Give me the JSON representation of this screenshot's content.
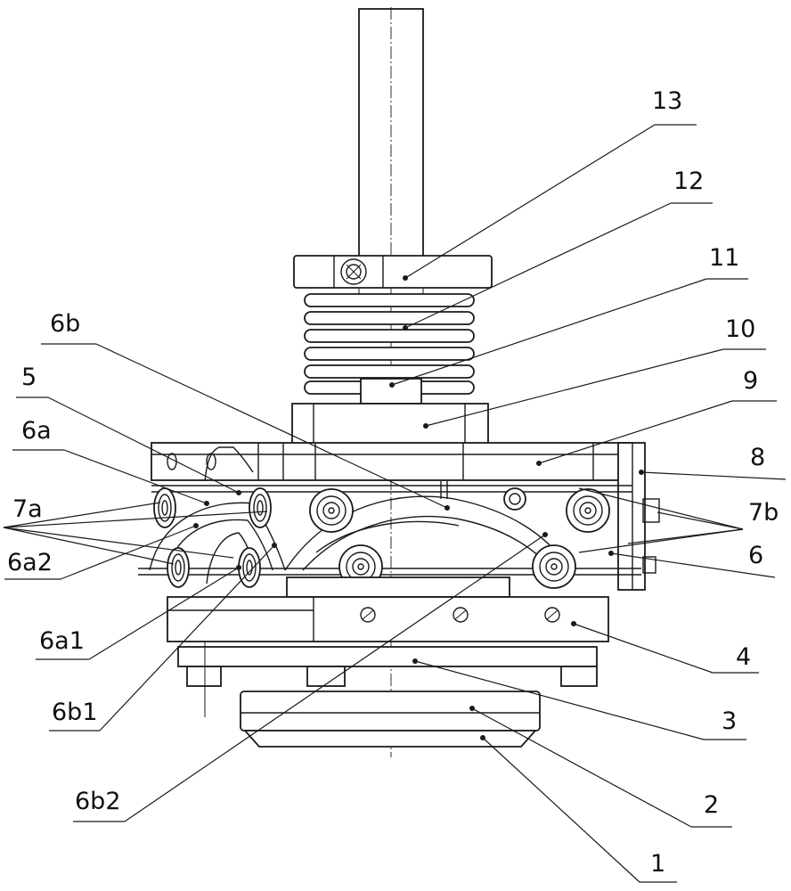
{
  "labels": {
    "l13": "13",
    "l12": "12",
    "l11": "11",
    "l10": "10",
    "l9": "9",
    "l8": "8",
    "l7b": "7b",
    "l6": "6",
    "l4": "4",
    "l3": "3",
    "l2": "2",
    "l1": "1",
    "l6b": "6b",
    "l5": "5",
    "l6a": "6a",
    "l7a": "7a",
    "l6a2": "6a2",
    "l6a1": "6a1",
    "l6b1": "6b1",
    "l6b2": "6b2"
  },
  "colors": {
    "ink": "#1a1a1a",
    "paper": "#ffffff"
  }
}
